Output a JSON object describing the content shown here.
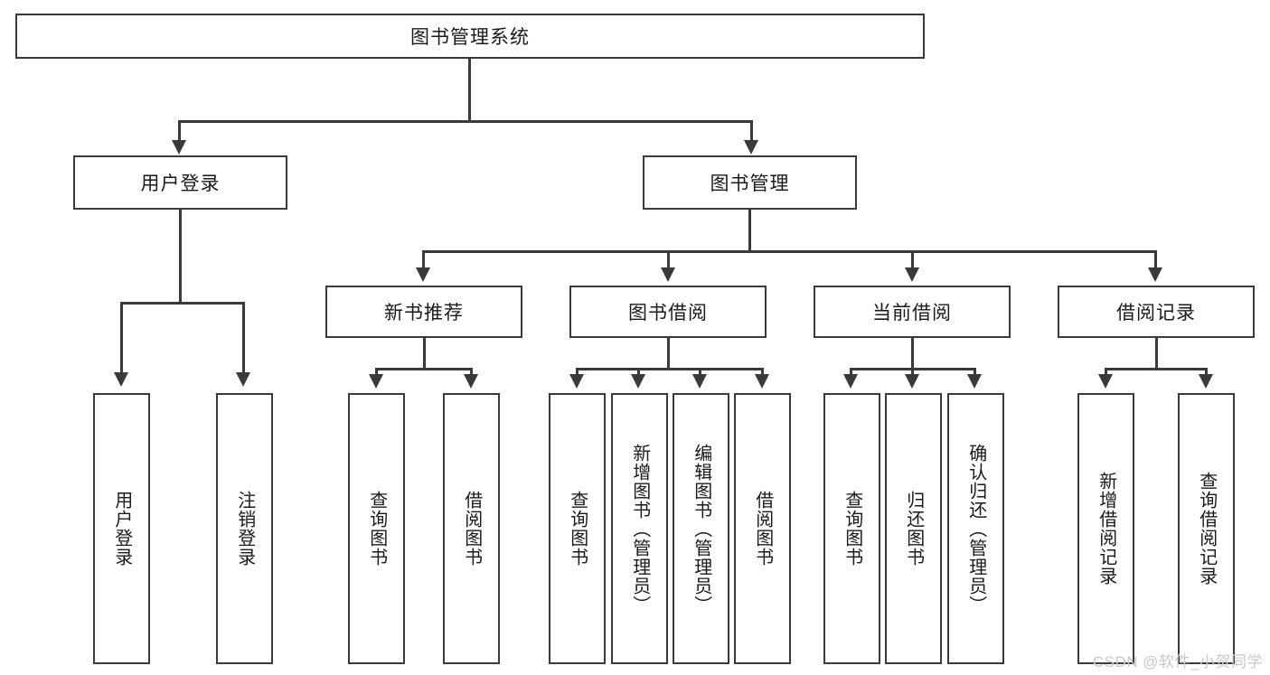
{
  "diagram": {
    "title": "图书管理系统",
    "root": {
      "label": "图书管理系统"
    },
    "level2": [
      {
        "label": "用户登录"
      },
      {
        "label": "图书管理"
      }
    ],
    "level3": [
      {
        "label": "新书推荐"
      },
      {
        "label": "图书借阅"
      },
      {
        "label": "当前借阅"
      },
      {
        "label": "借阅记录"
      }
    ],
    "leaves": {
      "user_login": [
        {
          "label": "用户登录"
        },
        {
          "label": "注销登录"
        }
      ],
      "new_book_recommend": [
        {
          "label": "查询图书"
        },
        {
          "label": "借阅图书"
        }
      ],
      "book_borrow": [
        {
          "label": "查询图书"
        },
        {
          "label": "新增图书（管理员）"
        },
        {
          "label": "编辑图书（管理员）"
        },
        {
          "label": "借阅图书"
        }
      ],
      "current_borrow": [
        {
          "label": "查询图书"
        },
        {
          "label": "归还图书"
        },
        {
          "label": "确认归还（管理员）"
        }
      ],
      "borrow_record": [
        {
          "label": "新增借阅记录"
        },
        {
          "label": "查询借阅记录"
        }
      ]
    },
    "watermark": "CSDN @软件_小贺同学",
    "colors": {
      "stroke": "#3a3a3a",
      "background": "#ffffff",
      "text": "#1a1a1a",
      "watermark": "#c9c9c9"
    }
  }
}
